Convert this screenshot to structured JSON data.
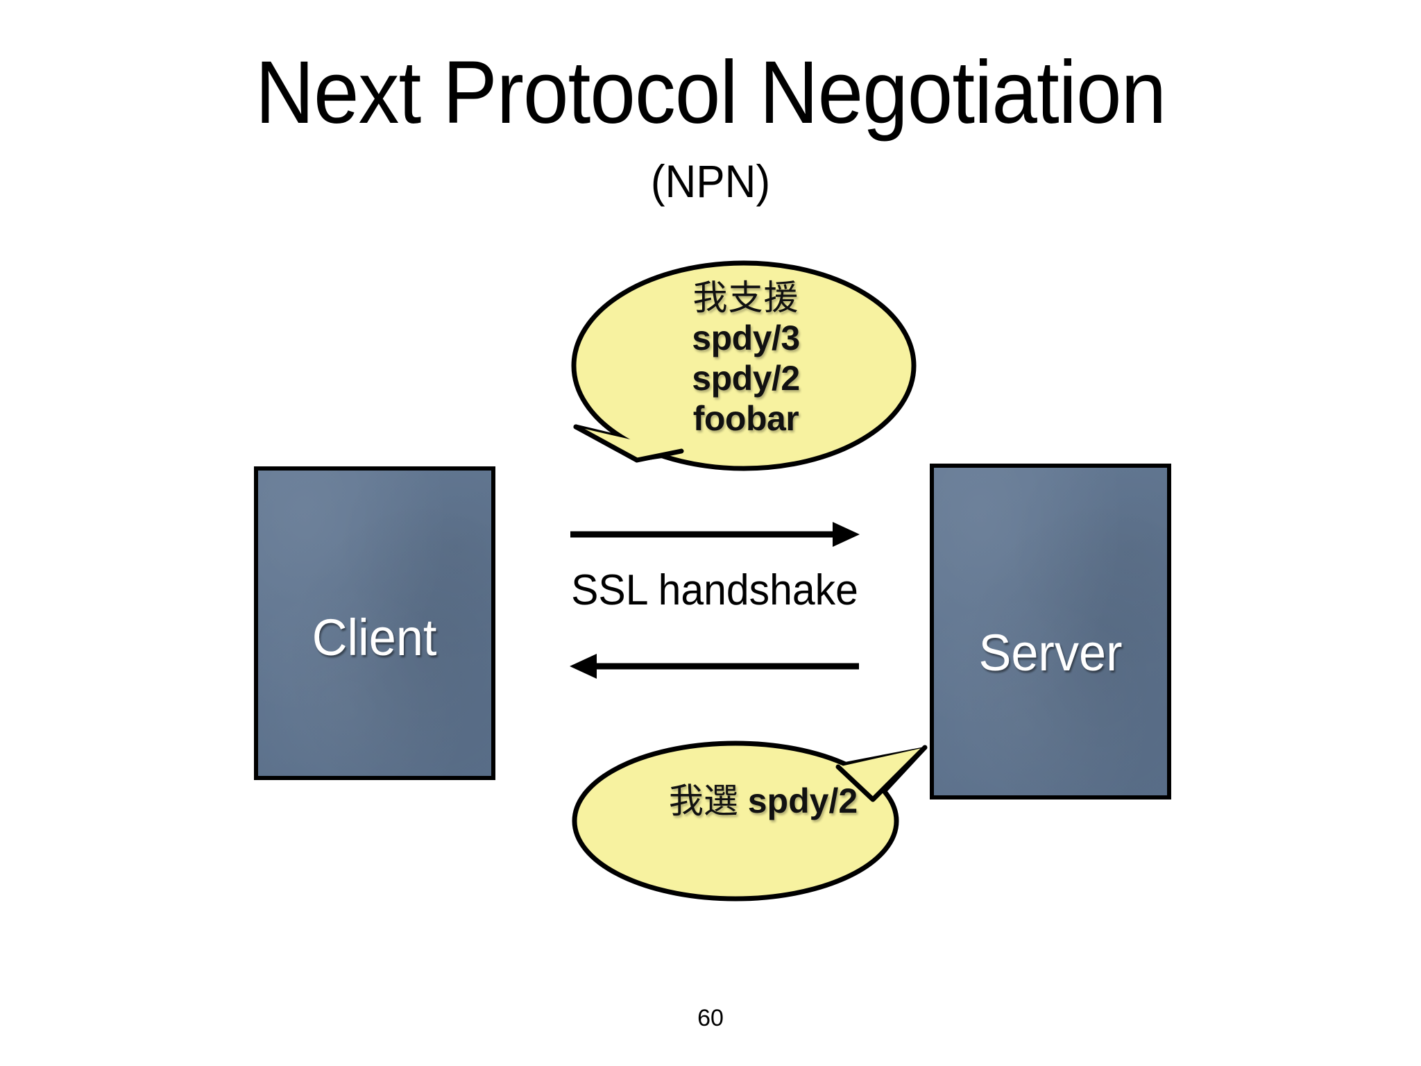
{
  "slide": {
    "page_number": "60",
    "background_color": "#ffffff"
  },
  "header": {
    "title": "Next Protocol Negotiation",
    "subtitle": "(NPN)"
  },
  "diagram": {
    "client": {
      "label": "Client",
      "fill_color": "#5e7490",
      "border_color": "#000000",
      "text_color": "#ffffff"
    },
    "server": {
      "label": "Server",
      "fill_color": "#5e7490",
      "border_color": "#000000",
      "text_color": "#ffffff"
    },
    "handshake": {
      "label": "SSL handshake",
      "arrow_right_direction": "client-to-server",
      "arrow_left_direction": "server-to-client",
      "arrow_color": "#000000"
    },
    "bubbles": [
      {
        "id": "client-offer",
        "fill_color": "#f7f2a0",
        "border_color": "#000000",
        "tail_direction": "down-left",
        "lines": [
          "我支援",
          "spdy/3",
          "spdy/2",
          "foobar"
        ],
        "cjk_line": "我支援",
        "protocols": [
          "spdy/3",
          "spdy/2",
          "foobar"
        ]
      },
      {
        "id": "server-select",
        "fill_color": "#f7f2a0",
        "border_color": "#000000",
        "tail_direction": "up-right",
        "cjk_prefix": "我選",
        "protocol": "spdy/2",
        "full_text": "我選 spdy/2"
      }
    ]
  }
}
